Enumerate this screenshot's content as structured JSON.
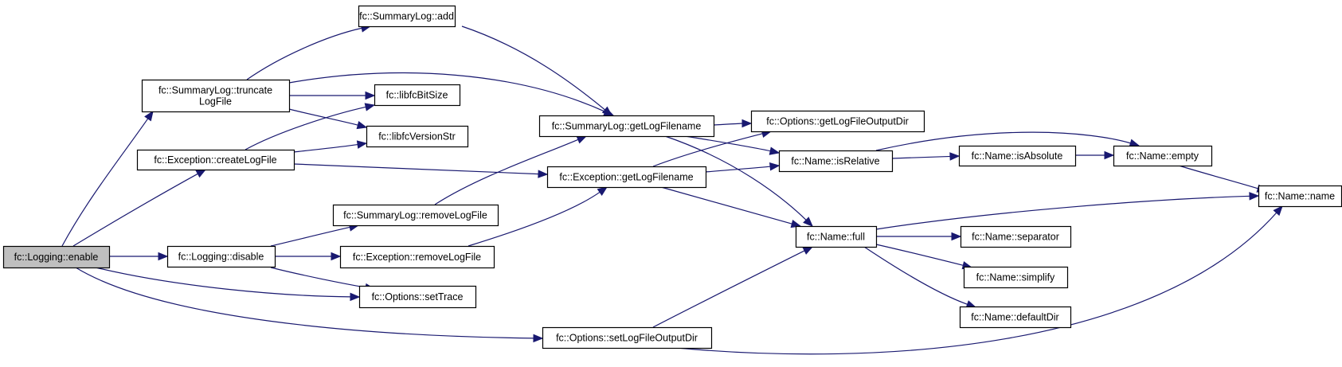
{
  "graph": {
    "title": "Call graph for fc::Logging::enable",
    "edge_color": "#191970",
    "root_fill": "#bfbfbf",
    "nodes": [
      {
        "id": "enable",
        "lines": [
          "fc::Logging::enable"
        ],
        "root": true
      },
      {
        "id": "truncate",
        "lines": [
          "fc::SummaryLog::truncate",
          "LogFile"
        ]
      },
      {
        "id": "createLogFile",
        "lines": [
          "fc::Exception::createLogFile"
        ]
      },
      {
        "id": "disable",
        "lines": [
          "fc::Logging::disable"
        ]
      },
      {
        "id": "setTrace",
        "lines": [
          "fc::Options::setTrace"
        ]
      },
      {
        "id": "setLogFileOutputDir",
        "lines": [
          "fc::Options::setLogFileOutputDir"
        ]
      },
      {
        "id": "summaryAdd",
        "lines": [
          "fc::SummaryLog::add"
        ]
      },
      {
        "id": "libfcBitSize",
        "lines": [
          "fc::libfcBitSize"
        ]
      },
      {
        "id": "libfcVersionStr",
        "lines": [
          "fc::libfcVersionStr"
        ]
      },
      {
        "id": "summaryRemoveLogFile",
        "lines": [
          "fc::SummaryLog::removeLogFile"
        ]
      },
      {
        "id": "exceptionRemoveLogFile",
        "lines": [
          "fc::Exception::removeLogFile"
        ]
      },
      {
        "id": "summaryGetLogFilename",
        "lines": [
          "fc::SummaryLog::getLogFilename"
        ]
      },
      {
        "id": "exceptionGetLogFilename",
        "lines": [
          "fc::Exception::getLogFilename"
        ]
      },
      {
        "id": "getLogFileOutputDir",
        "lines": [
          "fc::Options::getLogFileOutputDir"
        ]
      },
      {
        "id": "isRelative",
        "lines": [
          "fc::Name::isRelative"
        ]
      },
      {
        "id": "full",
        "lines": [
          "fc::Name::full"
        ]
      },
      {
        "id": "isAbsolute",
        "lines": [
          "fc::Name::isAbsolute"
        ]
      },
      {
        "id": "empty",
        "lines": [
          "fc::Name::empty"
        ]
      },
      {
        "id": "separator",
        "lines": [
          "fc::Name::separator"
        ]
      },
      {
        "id": "simplify",
        "lines": [
          "fc::Name::simplify"
        ]
      },
      {
        "id": "defaultDir",
        "lines": [
          "fc::Name::defaultDir"
        ]
      },
      {
        "id": "name",
        "lines": [
          "fc::Name::name"
        ]
      }
    ],
    "edges": [
      {
        "from": "enable",
        "to": "truncate"
      },
      {
        "from": "enable",
        "to": "createLogFile"
      },
      {
        "from": "enable",
        "to": "disable"
      },
      {
        "from": "enable",
        "to": "setTrace"
      },
      {
        "from": "enable",
        "to": "setLogFileOutputDir"
      },
      {
        "from": "truncate",
        "to": "summaryAdd"
      },
      {
        "from": "truncate",
        "to": "summaryGetLogFilename"
      },
      {
        "from": "truncate",
        "to": "libfcBitSize"
      },
      {
        "from": "truncate",
        "to": "libfcVersionStr"
      },
      {
        "from": "createLogFile",
        "to": "libfcBitSize"
      },
      {
        "from": "createLogFile",
        "to": "libfcVersionStr"
      },
      {
        "from": "createLogFile",
        "to": "exceptionGetLogFilename"
      },
      {
        "from": "disable",
        "to": "summaryRemoveLogFile"
      },
      {
        "from": "disable",
        "to": "exceptionRemoveLogFile"
      },
      {
        "from": "disable",
        "to": "setTrace"
      },
      {
        "from": "summaryAdd",
        "to": "summaryGetLogFilename"
      },
      {
        "from": "summaryRemoveLogFile",
        "to": "summaryGetLogFilename"
      },
      {
        "from": "exceptionRemoveLogFile",
        "to": "exceptionGetLogFilename"
      },
      {
        "from": "summaryGetLogFilename",
        "to": "getLogFileOutputDir"
      },
      {
        "from": "summaryGetLogFilename",
        "to": "isRelative"
      },
      {
        "from": "summaryGetLogFilename",
        "to": "full"
      },
      {
        "from": "exceptionGetLogFilename",
        "to": "getLogFileOutputDir"
      },
      {
        "from": "exceptionGetLogFilename",
        "to": "isRelative"
      },
      {
        "from": "exceptionGetLogFilename",
        "to": "full"
      },
      {
        "from": "setLogFileOutputDir",
        "to": "full"
      },
      {
        "from": "setLogFileOutputDir",
        "to": "name"
      },
      {
        "from": "isRelative",
        "to": "isAbsolute"
      },
      {
        "from": "isRelative",
        "to": "empty"
      },
      {
        "from": "isAbsolute",
        "to": "empty"
      },
      {
        "from": "empty",
        "to": "name"
      },
      {
        "from": "full",
        "to": "name"
      },
      {
        "from": "full",
        "to": "separator"
      },
      {
        "from": "full",
        "to": "simplify"
      },
      {
        "from": "full",
        "to": "defaultDir"
      }
    ]
  }
}
